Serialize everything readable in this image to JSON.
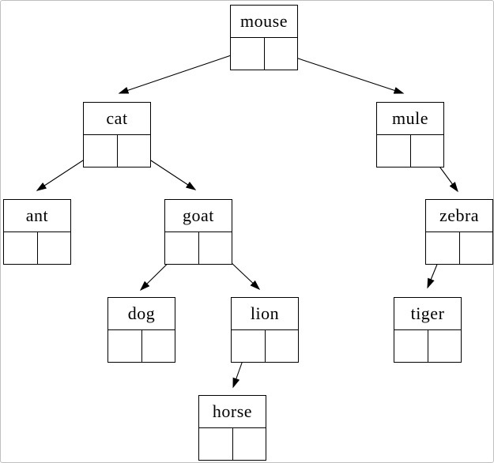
{
  "diagram": {
    "type": "binary-search-tree",
    "nodes": [
      {
        "id": "mouse",
        "label": "mouse"
      },
      {
        "id": "cat",
        "label": "cat"
      },
      {
        "id": "mule",
        "label": "mule"
      },
      {
        "id": "ant",
        "label": "ant"
      },
      {
        "id": "goat",
        "label": "goat"
      },
      {
        "id": "zebra",
        "label": "zebra"
      },
      {
        "id": "dog",
        "label": "dog"
      },
      {
        "id": "lion",
        "label": "lion"
      },
      {
        "id": "tiger",
        "label": "tiger"
      },
      {
        "id": "horse",
        "label": "horse"
      }
    ],
    "edges": [
      {
        "from": "mouse",
        "pointer": "left",
        "to": "cat"
      },
      {
        "from": "mouse",
        "pointer": "right",
        "to": "mule"
      },
      {
        "from": "cat",
        "pointer": "left",
        "to": "ant"
      },
      {
        "from": "cat",
        "pointer": "right",
        "to": "goat"
      },
      {
        "from": "goat",
        "pointer": "left",
        "to": "dog"
      },
      {
        "from": "goat",
        "pointer": "right",
        "to": "lion"
      },
      {
        "from": "lion",
        "pointer": "left",
        "to": "horse"
      },
      {
        "from": "mule",
        "pointer": "right",
        "to": "zebra"
      },
      {
        "from": "zebra",
        "pointer": "left",
        "to": "tiger"
      }
    ]
  }
}
